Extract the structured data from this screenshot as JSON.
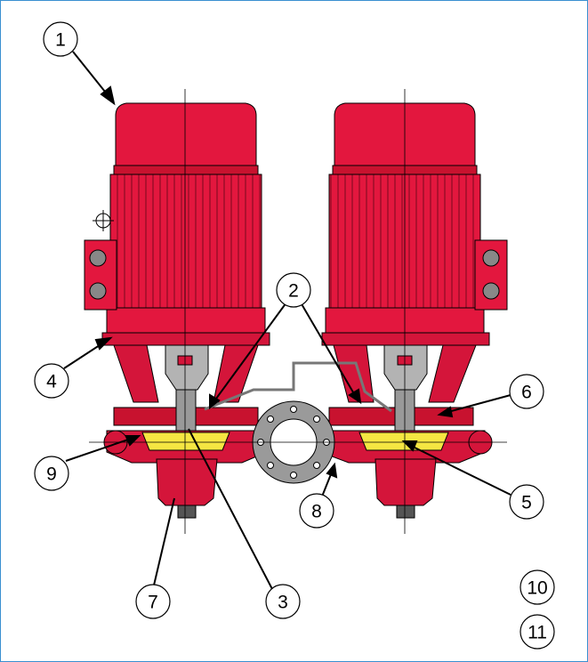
{
  "colors": {
    "motor_red": "#e3173e",
    "motor_dark": "#b8102f",
    "casing_red": "#d4153a",
    "steel_gray": "#a8a8a8",
    "impeller_yellow": "#f5e642",
    "frame_blue": "#3a8fd0",
    "line_black": "#000000"
  },
  "callouts": [
    {
      "number": "1"
    },
    {
      "number": "2"
    },
    {
      "number": "3"
    },
    {
      "number": "4"
    },
    {
      "number": "5"
    },
    {
      "number": "6"
    },
    {
      "number": "7"
    },
    {
      "number": "8"
    },
    {
      "number": "9"
    },
    {
      "number": "10"
    },
    {
      "number": "11"
    }
  ]
}
